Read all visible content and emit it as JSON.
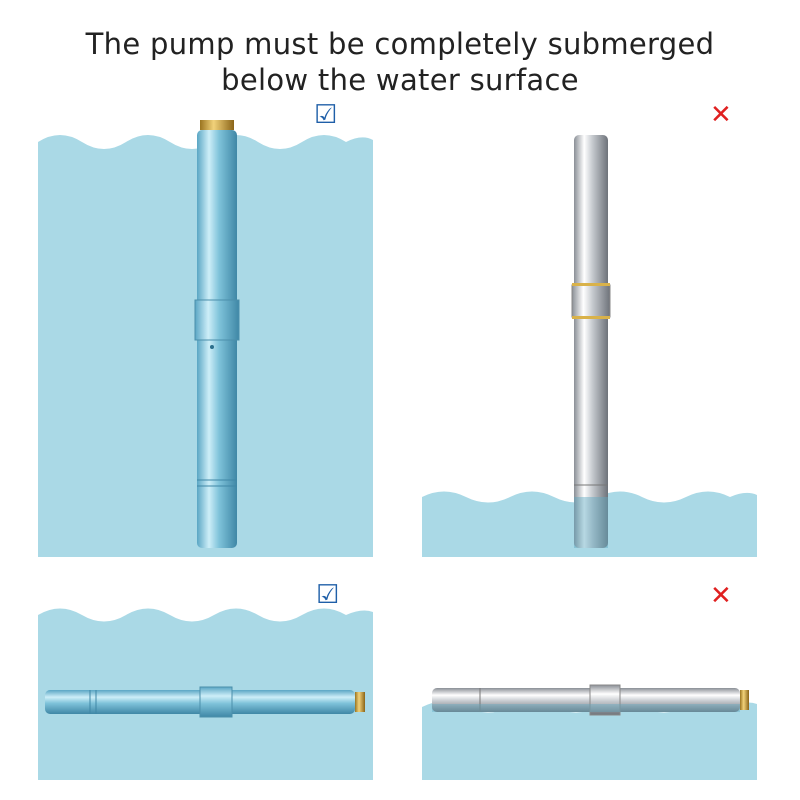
{
  "title": {
    "line1": "The pump must be completely submerged",
    "line2": "below the water surface"
  },
  "panels": [
    {
      "orientation": "vertical",
      "submerged": true,
      "status_icon": "check-icon",
      "status_glyph": "☑"
    },
    {
      "orientation": "vertical",
      "submerged": false,
      "status_icon": "cross-icon",
      "status_glyph": "✕"
    },
    {
      "orientation": "horizontal",
      "submerged": true,
      "status_icon": "check-icon",
      "status_glyph": "☑"
    },
    {
      "orientation": "horizontal",
      "submerged": false,
      "status_icon": "cross-icon",
      "status_glyph": "✕"
    }
  ],
  "colors": {
    "water": "#aad9e6",
    "check": "#1f5fa8",
    "cross": "#e02020"
  }
}
